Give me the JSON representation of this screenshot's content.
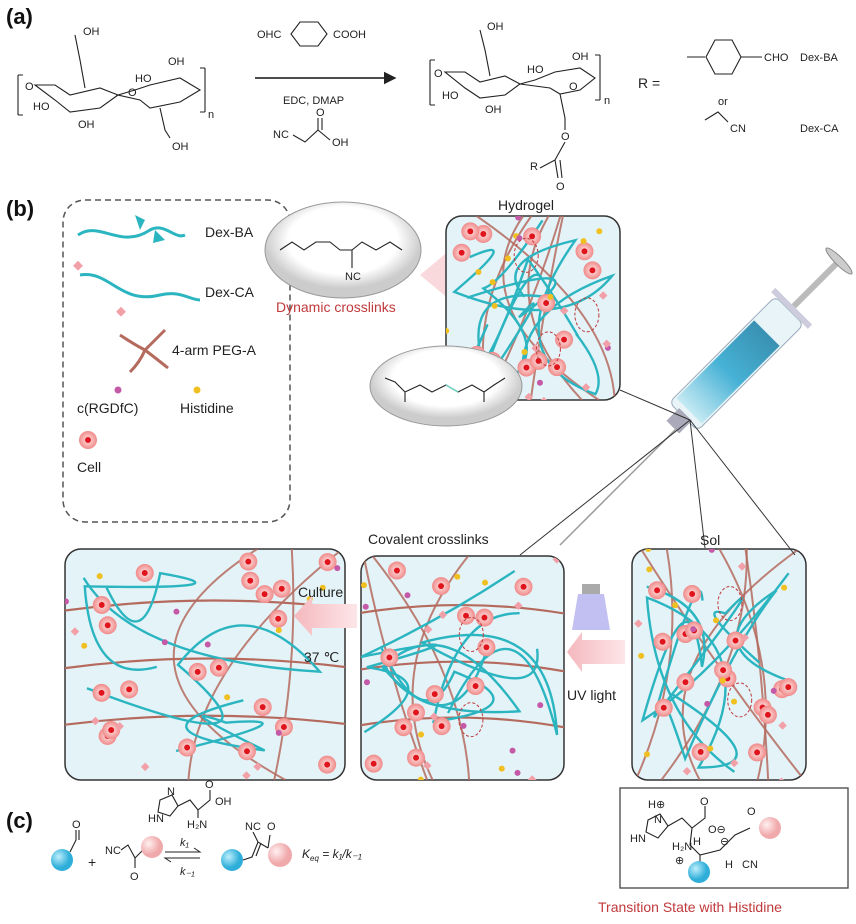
{
  "panels": {
    "a": "(a)",
    "b": "(b)",
    "c": "(c)"
  },
  "panel_a": {
    "reactant_labels": [
      "OH",
      "O",
      "HO",
      "OH",
      "HO",
      "OH",
      "O",
      "OH",
      "n"
    ],
    "reagent_top": {
      "left": "OHC",
      "right": "COOH"
    },
    "conditions": "EDC, DMAP",
    "reagent_bottom": {
      "nc": "NC",
      "o": "O",
      "oh": "OH"
    },
    "product_labels": [
      "OH",
      "O",
      "HO",
      "OH",
      "HO",
      "OH",
      "O",
      "n",
      "O",
      "R",
      "O"
    ],
    "r_equals": "R  =",
    "r_ba_group": "CHO",
    "r_ba_name": "Dex-BA",
    "or": "or",
    "r_ca_group": "CN",
    "r_ca_name": "Dex-CA"
  },
  "panel_b": {
    "legend": {
      "dex_ba": "Dex-BA",
      "dex_ca": "Dex-CA",
      "peg": "4-arm PEG-A",
      "rgd": "c(RGDfC)",
      "histidine": "Histidine",
      "cell": "Cell"
    },
    "dynamic_label": "Dynamic crosslinks",
    "dynamic_chem": "NC",
    "hydrogel_label": "Hydrogel",
    "covalent_label": "Covalent crosslinks",
    "sol_label": "Sol",
    "culture_label": "Culture",
    "temperature_label": "37 ℃",
    "uv_label": "UV light",
    "colors": {
      "cyan": "#2bb5c0",
      "peg": "#b56a5e",
      "cell": "#e5262b",
      "gel_bg": "#e4f3f8",
      "pink": "#f2a0a8"
    }
  },
  "panel_c": {
    "aldehyde_o": "O",
    "plus": "+",
    "nc": "NC",
    "ketone_o": "O",
    "histidine_labels": {
      "n": "N",
      "hn": "HN",
      "o": "O",
      "oh": "OH",
      "nh2": "H₂N"
    },
    "k1": "k₁",
    "k_minus1": "k₋₁",
    "product_nc": "NC",
    "product_o": "O",
    "keq": "K",
    "keq_sub": "eq",
    "keq_rest": " = k₁/k₋₁",
    "ts_labels": {
      "hplus": "H⊕",
      "n": "N",
      "hn": "HN",
      "o": "O",
      "ominus": "O⊖",
      "h2n": "H₂N",
      "h": "H",
      "plus": "⊕",
      "minus": "⊖",
      "h2": "H",
      "cn": "CN",
      "o2": "O"
    },
    "ts_caption": "Transition State with Histidine"
  }
}
